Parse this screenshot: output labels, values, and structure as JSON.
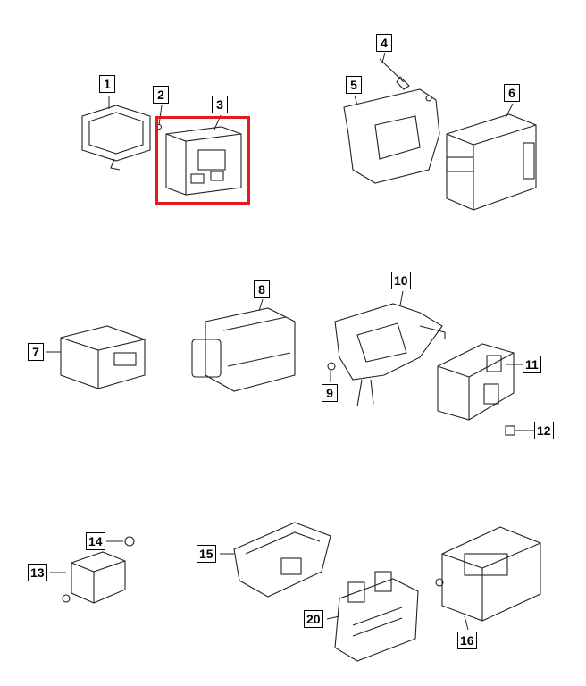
{
  "diagram": {
    "highlight_color": "#e41b1b",
    "highlighted_part": "3",
    "callouts": [
      "1",
      "2",
      "3",
      "4",
      "5",
      "6",
      "7",
      "8",
      "9",
      "10",
      "11",
      "12",
      "13",
      "14",
      "15",
      "20",
      "16"
    ]
  }
}
